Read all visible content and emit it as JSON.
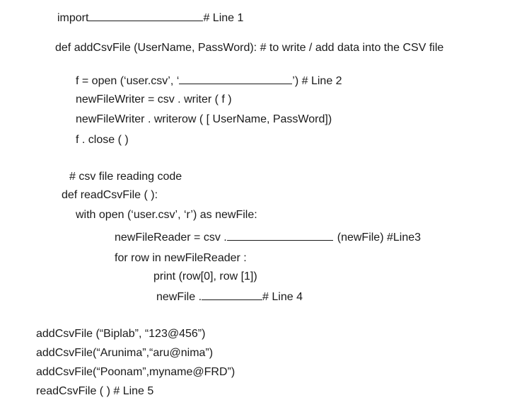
{
  "lines": {
    "l1": {
      "pre": "import",
      "post": "# Line 1"
    },
    "l2": {
      "text": "def addCsvFile (UserName, PassWord): # to write / add data into the CSV file"
    },
    "l3": {
      "pre": "f = open (‘user.csv’, ‘",
      "post": "’) # Line 2"
    },
    "l4": {
      "text": "newFileWriter = csv . writer ( f )"
    },
    "l5": {
      "text": "newFileWriter . writerow ( [ UserName, PassWord])"
    },
    "l6": {
      "text": "f . close ( )"
    },
    "l7": {
      "text": "# csv file reading code"
    },
    "l8": {
      "text": "def readCsvFile ( ):"
    },
    "l9": {
      "text": "with open (‘user.csv’, ‘r’) as newFile:"
    },
    "l10": {
      "pre": "newFileReader = csv .",
      "post": "(newFile) #Line3"
    },
    "l11": {
      "text": "for row in newFileReader :"
    },
    "l12": {
      "text": "print (row[0], row [1])"
    },
    "l13": {
      "pre": "newFile .",
      "post": "# Line 4"
    },
    "l14": {
      "text": "addCsvFile (“Biplab”, “123@456”)"
    },
    "l15": {
      "text": "addCsvFile(“Arunima”,“aru@nima”)"
    },
    "l16": {
      "text": "addCsvFile(“Poonam”,myname@FRD”)"
    },
    "l17": {
      "text": "readCsvFile ( ) # Line 5"
    }
  }
}
